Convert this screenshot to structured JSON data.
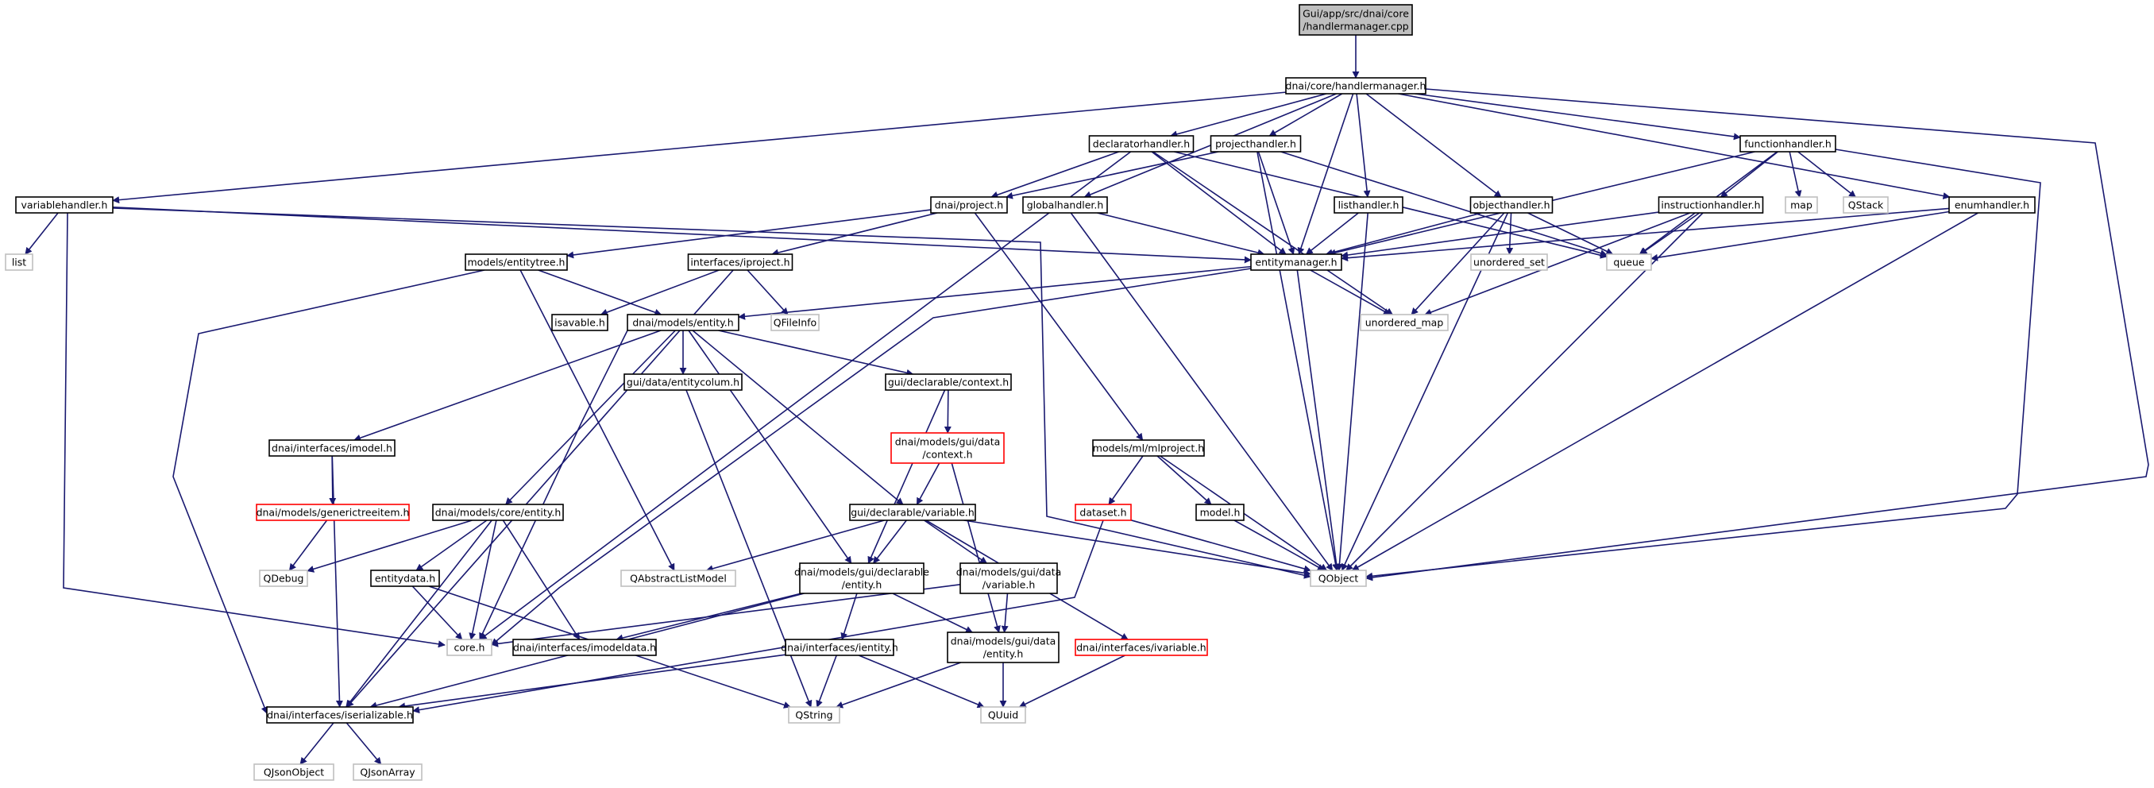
{
  "diagram": {
    "title": "",
    "colors": {
      "edge": "#191970",
      "root_fill": "#bfbfbf",
      "file_border": "#000000",
      "external_border": "#bfbfbf",
      "truncated_border": "#ff0000",
      "text": "#000000"
    },
    "nodes": [
      {
        "id": "root",
        "kind": "root",
        "lines": [
          "Gui/app/src/dnai/core",
          "/handlermanager.cpp"
        ]
      },
      {
        "id": "handlermanager",
        "kind": "file",
        "lines": [
          "dnai/core/handlermanager.h"
        ]
      },
      {
        "id": "declaratorhandler",
        "kind": "file",
        "lines": [
          "declaratorhandler.h"
        ]
      },
      {
        "id": "projecthandler",
        "kind": "file",
        "lines": [
          "projecthandler.h"
        ]
      },
      {
        "id": "functionhandler",
        "kind": "file",
        "lines": [
          "functionhandler.h"
        ]
      },
      {
        "id": "variablehandler",
        "kind": "file",
        "lines": [
          "variablehandler.h"
        ]
      },
      {
        "id": "project",
        "kind": "file",
        "lines": [
          "dnai/project.h"
        ]
      },
      {
        "id": "globalhandler",
        "kind": "file",
        "lines": [
          "globalhandler.h"
        ]
      },
      {
        "id": "listhandler",
        "kind": "file",
        "lines": [
          "listhandler.h"
        ]
      },
      {
        "id": "objecthandler",
        "kind": "file",
        "lines": [
          "objecthandler.h"
        ]
      },
      {
        "id": "instructionhandler",
        "kind": "file",
        "lines": [
          "instructionhandler.h"
        ]
      },
      {
        "id": "map",
        "kind": "external",
        "lines": [
          "map"
        ]
      },
      {
        "id": "qstack",
        "kind": "external",
        "lines": [
          "QStack"
        ]
      },
      {
        "id": "enumhandler",
        "kind": "file",
        "lines": [
          "enumhandler.h"
        ]
      },
      {
        "id": "list",
        "kind": "external",
        "lines": [
          "list"
        ]
      },
      {
        "id": "entitytree",
        "kind": "file",
        "lines": [
          "models/entitytree.h"
        ]
      },
      {
        "id": "iproject",
        "kind": "file",
        "lines": [
          "interfaces/iproject.h"
        ]
      },
      {
        "id": "entitymanager",
        "kind": "file",
        "lines": [
          "entitymanager.h"
        ]
      },
      {
        "id": "unordered_set",
        "kind": "external",
        "lines": [
          "unordered_set"
        ]
      },
      {
        "id": "queue",
        "kind": "external",
        "lines": [
          "queue"
        ]
      },
      {
        "id": "isavable",
        "kind": "file",
        "lines": [
          "isavable.h"
        ]
      },
      {
        "id": "entity",
        "kind": "file",
        "lines": [
          "dnai/models/entity.h"
        ]
      },
      {
        "id": "qfileinfo",
        "kind": "external",
        "lines": [
          "QFileInfo"
        ]
      },
      {
        "id": "unordered_map",
        "kind": "external",
        "lines": [
          "unordered_map"
        ]
      },
      {
        "id": "entitycolum",
        "kind": "file",
        "lines": [
          "gui/data/entitycolum.h"
        ]
      },
      {
        "id": "context",
        "kind": "file",
        "lines": [
          "gui/declarable/context.h"
        ]
      },
      {
        "id": "imodel",
        "kind": "file",
        "lines": [
          "dnai/interfaces/imodel.h"
        ]
      },
      {
        "id": "guidatacontext",
        "kind": "truncated",
        "lines": [
          "dnai/models/gui/data",
          "/context.h"
        ]
      },
      {
        "id": "mlproject",
        "kind": "file",
        "lines": [
          "models/ml/mlproject.h"
        ]
      },
      {
        "id": "generictreeitem",
        "kind": "truncated",
        "lines": [
          "dnai/models/generictreeitem.h"
        ]
      },
      {
        "id": "coreentity",
        "kind": "file",
        "lines": [
          "dnai/models/core/entity.h"
        ]
      },
      {
        "id": "variable",
        "kind": "file",
        "lines": [
          "gui/declarable/variable.h"
        ]
      },
      {
        "id": "dataset",
        "kind": "truncated",
        "lines": [
          "dataset.h"
        ]
      },
      {
        "id": "model",
        "kind": "file",
        "lines": [
          "model.h"
        ]
      },
      {
        "id": "qdebug",
        "kind": "external",
        "lines": [
          "QDebug"
        ]
      },
      {
        "id": "entitydata",
        "kind": "file",
        "lines": [
          "entitydata.h"
        ]
      },
      {
        "id": "qabstractlistmodel",
        "kind": "external",
        "lines": [
          "QAbstractListModel"
        ]
      },
      {
        "id": "declentity",
        "kind": "file",
        "lines": [
          "dnai/models/gui/declarable",
          "/entity.h"
        ]
      },
      {
        "id": "guidatavariable",
        "kind": "file",
        "lines": [
          "dnai/models/gui/data",
          "/variable.h"
        ]
      },
      {
        "id": "qobject",
        "kind": "external",
        "lines": [
          "QObject"
        ]
      },
      {
        "id": "coreh",
        "kind": "external",
        "lines": [
          "core.h"
        ]
      },
      {
        "id": "imodeldata",
        "kind": "file",
        "lines": [
          "dnai/interfaces/imodeldata.h"
        ]
      },
      {
        "id": "ientity",
        "kind": "file",
        "lines": [
          "dnai/interfaces/ientity.h"
        ]
      },
      {
        "id": "guidataentity",
        "kind": "file",
        "lines": [
          "dnai/models/gui/data",
          "/entity.h"
        ]
      },
      {
        "id": "ivariable",
        "kind": "truncated",
        "lines": [
          "dnai/interfaces/ivariable.h"
        ]
      },
      {
        "id": "iserializable",
        "kind": "file",
        "lines": [
          "dnai/interfaces/iserializable.h"
        ]
      },
      {
        "id": "qstring",
        "kind": "external",
        "lines": [
          "QString"
        ]
      },
      {
        "id": "quuid",
        "kind": "external",
        "lines": [
          "QUuid"
        ]
      },
      {
        "id": "qjsonobject",
        "kind": "external",
        "lines": [
          "QJsonObject"
        ]
      },
      {
        "id": "qjsonarray",
        "kind": "external",
        "lines": [
          "QJsonArray"
        ]
      }
    ],
    "edges": [
      [
        "root",
        "handlermanager"
      ],
      [
        "handlermanager",
        "declaratorhandler"
      ],
      [
        "handlermanager",
        "projecthandler"
      ],
      [
        "handlermanager",
        "functionhandler"
      ],
      [
        "handlermanager",
        "variablehandler"
      ],
      [
        "handlermanager",
        "globalhandler"
      ],
      [
        "handlermanager",
        "listhandler"
      ],
      [
        "handlermanager",
        "objecthandler"
      ],
      [
        "handlermanager",
        "enumhandler"
      ],
      [
        "handlermanager",
        "entitymanager"
      ],
      [
        "handlermanager",
        "qobject"
      ],
      [
        "declaratorhandler",
        "project"
      ],
      [
        "declaratorhandler",
        "entitymanager"
      ],
      [
        "declaratorhandler",
        "queue"
      ],
      [
        "declaratorhandler",
        "unordered_map"
      ],
      [
        "declaratorhandler",
        "coreh"
      ],
      [
        "projecthandler",
        "project"
      ],
      [
        "projecthandler",
        "entitymanager"
      ],
      [
        "projecthandler",
        "queue"
      ],
      [
        "projecthandler",
        "qobject"
      ],
      [
        "functionhandler",
        "instructionhandler"
      ],
      [
        "functionhandler",
        "map"
      ],
      [
        "functionhandler",
        "qstack"
      ],
      [
        "functionhandler",
        "queue"
      ],
      [
        "functionhandler",
        "entitymanager"
      ],
      [
        "functionhandler",
        "qobject"
      ],
      [
        "variablehandler",
        "list"
      ],
      [
        "variablehandler",
        "entitymanager"
      ],
      [
        "variablehandler",
        "qobject"
      ],
      [
        "variablehandler",
        "coreh"
      ],
      [
        "project",
        "entitytree"
      ],
      [
        "project",
        "iproject"
      ],
      [
        "project",
        "mlproject"
      ],
      [
        "globalhandler",
        "entitymanager"
      ],
      [
        "globalhandler",
        "qobject"
      ],
      [
        "listhandler",
        "entitymanager"
      ],
      [
        "listhandler",
        "qobject"
      ],
      [
        "objecthandler",
        "entitymanager"
      ],
      [
        "objecthandler",
        "unordered_set"
      ],
      [
        "objecthandler",
        "queue"
      ],
      [
        "objecthandler",
        "unordered_map"
      ],
      [
        "objecthandler",
        "qobject"
      ],
      [
        "instructionhandler",
        "entitymanager"
      ],
      [
        "instructionhandler",
        "queue"
      ],
      [
        "instructionhandler",
        "unordered_map"
      ],
      [
        "instructionhandler",
        "qobject"
      ],
      [
        "enumhandler",
        "entitymanager"
      ],
      [
        "enumhandler",
        "queue"
      ],
      [
        "enumhandler",
        "qobject"
      ],
      [
        "entitytree",
        "entity"
      ],
      [
        "entitytree",
        "qabstractlistmodel"
      ],
      [
        "entitytree",
        "iserializable"
      ],
      [
        "iproject",
        "isavable"
      ],
      [
        "iproject",
        "qfileinfo"
      ],
      [
        "iproject",
        "iserializable"
      ],
      [
        "entitymanager",
        "entity"
      ],
      [
        "entitymanager",
        "unordered_map"
      ],
      [
        "entitymanager",
        "qobject"
      ],
      [
        "entitymanager",
        "coreh"
      ],
      [
        "entity",
        "entitycolum"
      ],
      [
        "entity",
        "context"
      ],
      [
        "entity",
        "imodel"
      ],
      [
        "entity",
        "coreentity"
      ],
      [
        "entity",
        "variable"
      ],
      [
        "entity",
        "declentity"
      ],
      [
        "entity",
        "coreh"
      ],
      [
        "entitycolum",
        "qstring"
      ],
      [
        "context",
        "guidatacontext"
      ],
      [
        "context",
        "declentity"
      ],
      [
        "imodel",
        "generictreeitem"
      ],
      [
        "imodel",
        "iserializable"
      ],
      [
        "guidatacontext",
        "variable"
      ],
      [
        "guidatacontext",
        "guidataentity"
      ],
      [
        "mlproject",
        "dataset"
      ],
      [
        "mlproject",
        "model"
      ],
      [
        "mlproject",
        "qobject"
      ],
      [
        "generictreeitem",
        "qdebug"
      ],
      [
        "coreentity",
        "qdebug"
      ],
      [
        "coreentity",
        "entitydata"
      ],
      [
        "coreentity",
        "coreh"
      ],
      [
        "coreentity",
        "imodeldata"
      ],
      [
        "coreentity",
        "iserializable"
      ],
      [
        "variable",
        "qabstractlistmodel"
      ],
      [
        "variable",
        "declentity"
      ],
      [
        "variable",
        "guidatavariable"
      ],
      [
        "variable",
        "ivariable"
      ],
      [
        "variable",
        "qobject"
      ],
      [
        "dataset",
        "qobject"
      ],
      [
        "dataset",
        "iserializable"
      ],
      [
        "model",
        "qobject"
      ],
      [
        "entitydata",
        "coreh"
      ],
      [
        "entitydata",
        "qstring"
      ],
      [
        "declentity",
        "ientity"
      ],
      [
        "declentity",
        "guidataentity"
      ],
      [
        "declentity",
        "imodeldata"
      ],
      [
        "declentity",
        "iserializable"
      ],
      [
        "guidatavariable",
        "guidataentity"
      ],
      [
        "guidatavariable",
        "coreh"
      ],
      [
        "ientity",
        "iserializable"
      ],
      [
        "ientity",
        "qstring"
      ],
      [
        "ientity",
        "quuid"
      ],
      [
        "guidataentity",
        "qstring"
      ],
      [
        "guidataentity",
        "quuid"
      ],
      [
        "ivariable",
        "quuid"
      ],
      [
        "iserializable",
        "qjsonobject"
      ],
      [
        "iserializable",
        "qjsonarray"
      ]
    ]
  }
}
